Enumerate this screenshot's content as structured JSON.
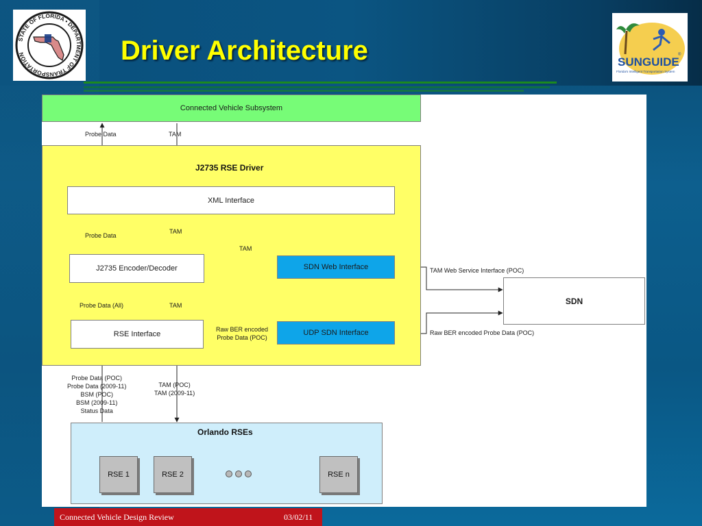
{
  "slide": {
    "title": "Driver Architecture",
    "footer_left": "Connected Vehicle Design Review",
    "footer_right": "03/02/11"
  },
  "logos": {
    "left": {
      "ring_text": "STATE OF FLORIDA • DEPARTMENT OF TRANSPORTATION",
      "icon": "fdot-seal"
    },
    "right": {
      "brand": "SUNGUIDE",
      "registered_mark": "®",
      "tagline": "Florida's Intelligent Transportation System",
      "icon": "sunguide-palm-logo"
    }
  },
  "diagram": {
    "cv_subsystem": "Connected Vehicle Subsystem",
    "driver_title": "J2735 RSE Driver",
    "xml_interface": "XML Interface",
    "encoder": "J2735 Encoder/Decoder",
    "rse_interface": "RSE Interface",
    "sdn_web": "SDN Web Interface",
    "udp_sdn": "UDP SDN Interface",
    "sdn": "SDN",
    "orlando_title": "Orlando RSEs",
    "rse1": "RSE 1",
    "rse2": "RSE 2",
    "rsen": "RSE n",
    "labels": {
      "probe_top": "Probe Data",
      "tam_top": "TAM",
      "probe_mid": "Probe Data",
      "tam_mid": "TAM",
      "tam_web": "TAM",
      "probe_all": "Probe Data (All)",
      "tam_low": "TAM",
      "raw_ber": "Raw BER encoded\nProbe Data (POC)",
      "tam_ws": "TAM Web Service Interface (POC)",
      "raw_ber_sdn": "Raw BER encoded Probe Data (POC)",
      "up_list": "Probe Data (POC)\nProbe Data (2009-11)\nBSM (POC)\nBSM (2009-11)\nStatus Data",
      "down_list": "TAM (POC)\nTAM (2009-11)"
    }
  },
  "colors": {
    "cv_green": "#77fc77",
    "driver_yellow": "#ffff66",
    "interface_blue": "#0ea5e9",
    "orlando_blue": "#cfeefb",
    "title_yellow": "#ffff00",
    "footer_red": "#c0141b"
  }
}
